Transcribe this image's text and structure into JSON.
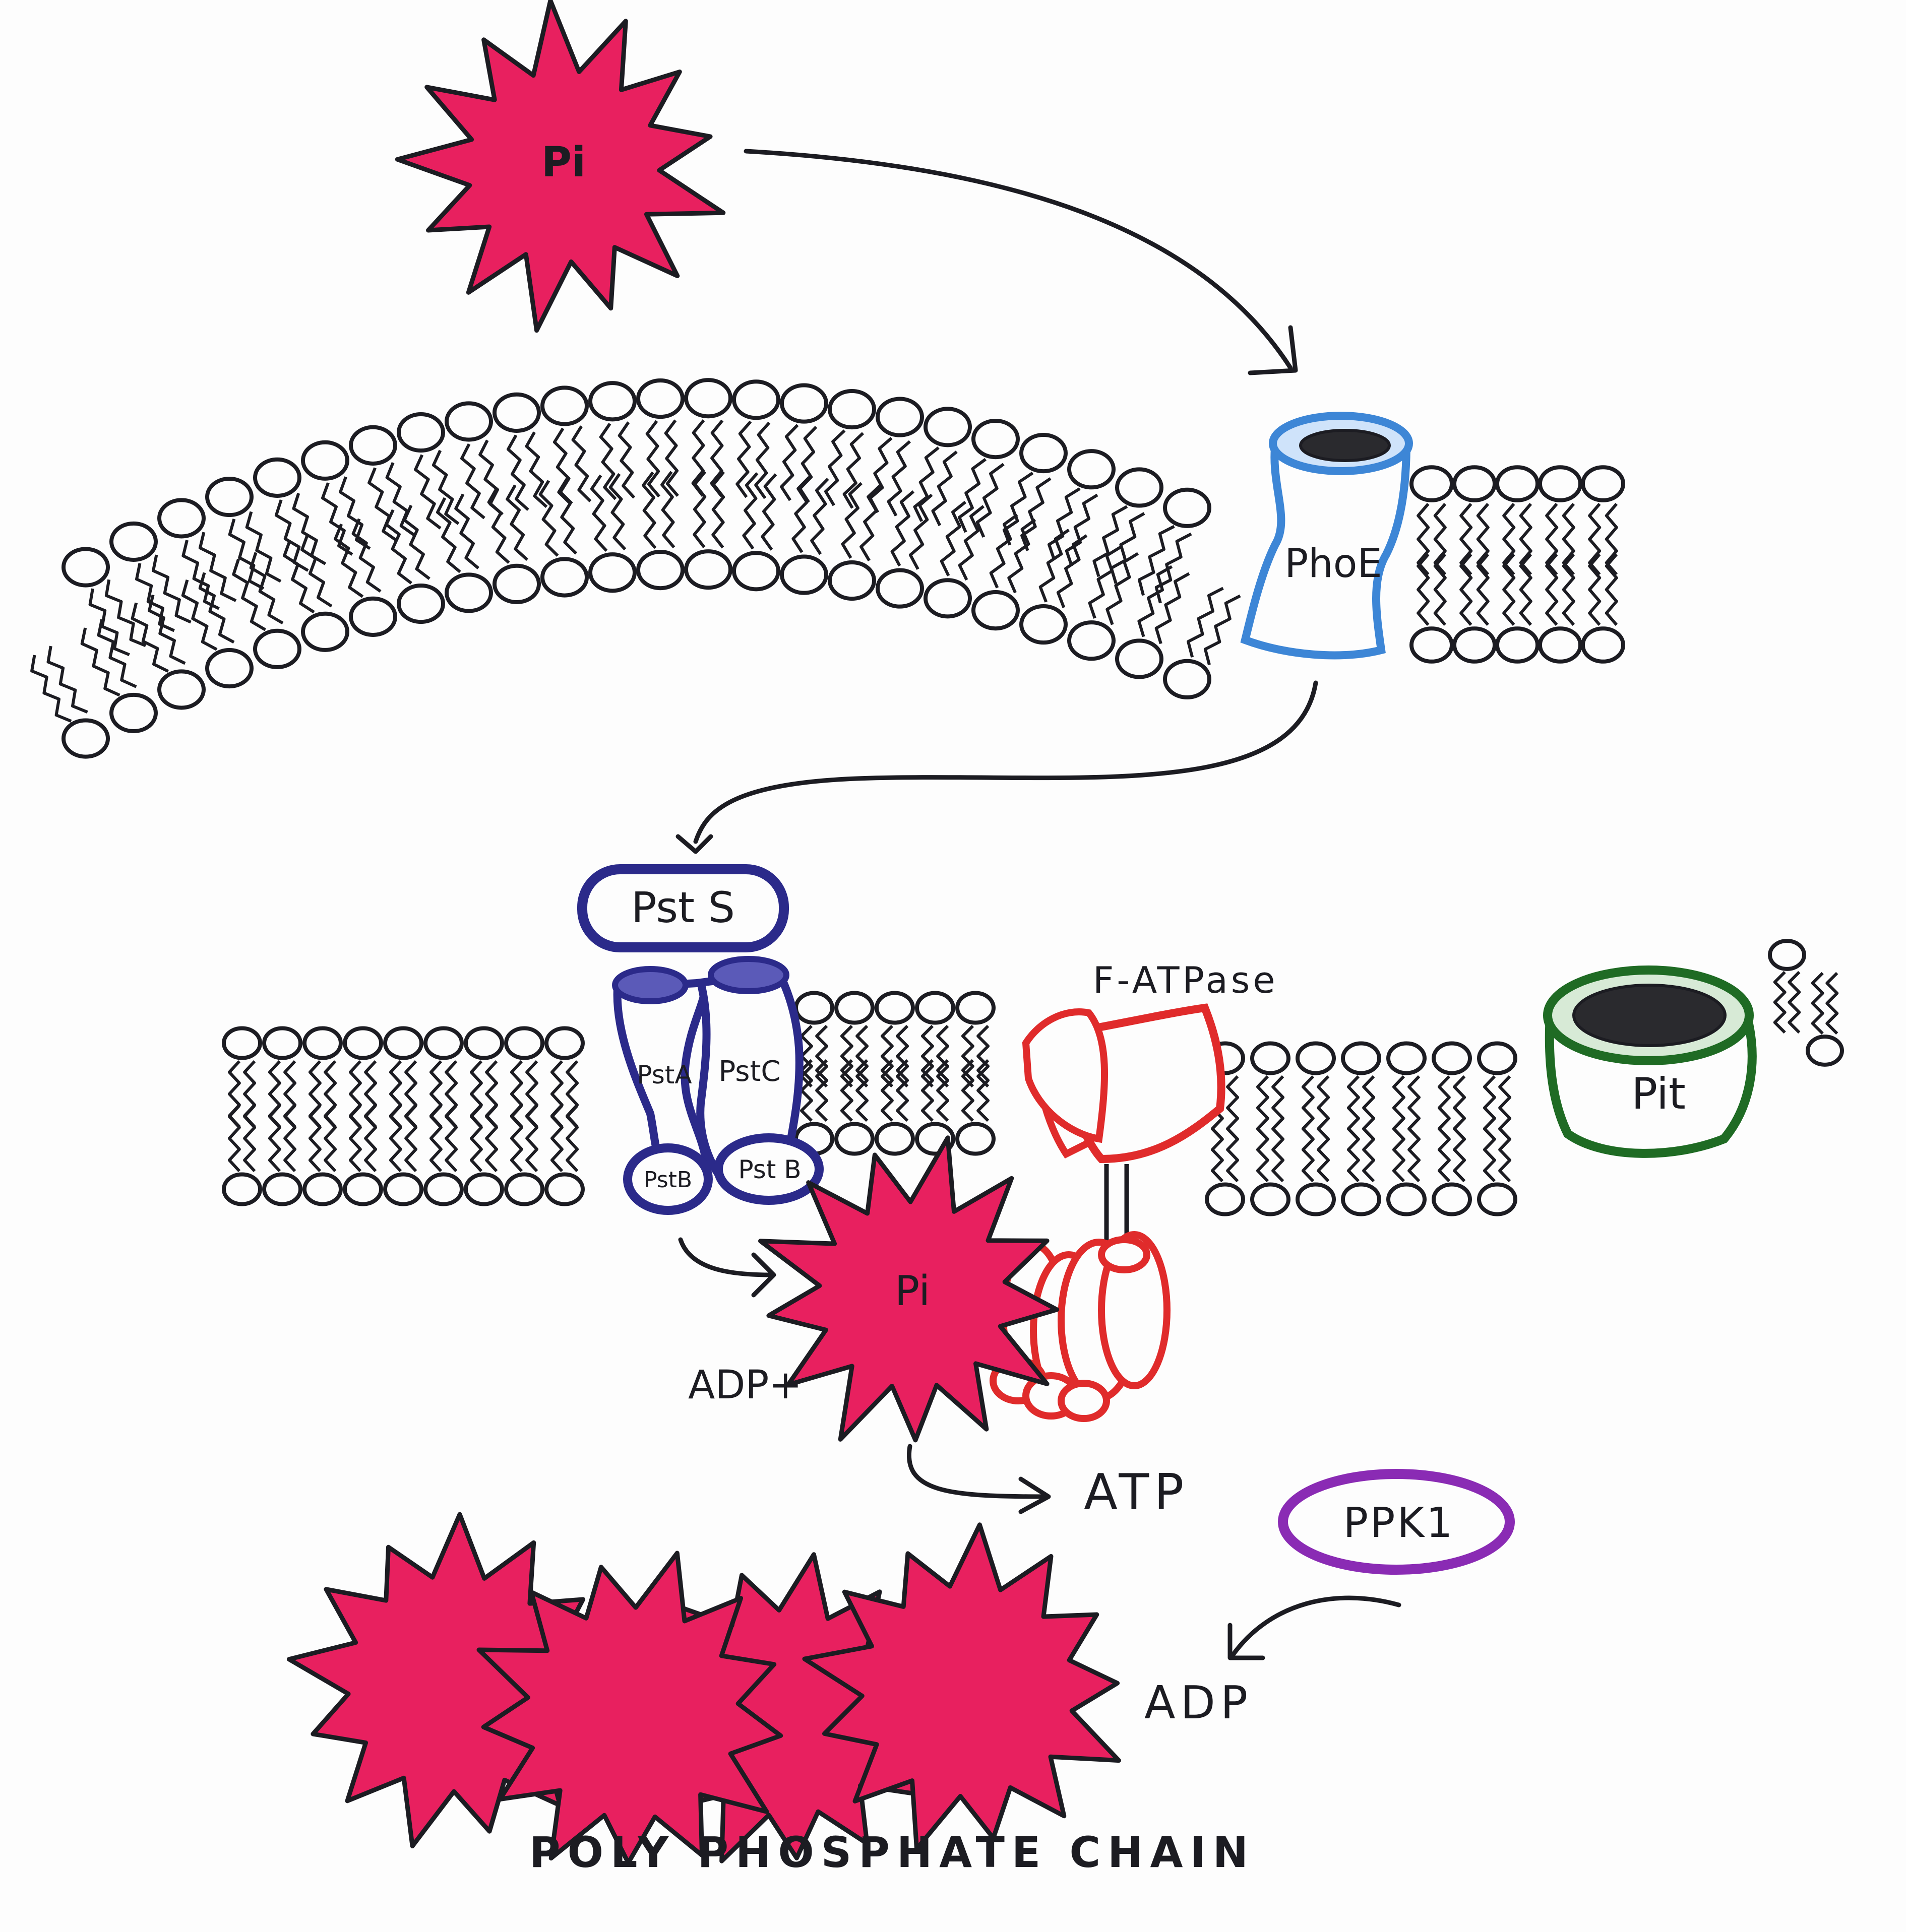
{
  "labels": {
    "pi_top": "Pi",
    "phoe": "PhoE",
    "pst_s": "Pst S",
    "pst_a": "PstA",
    "pst_c": "PstC",
    "pst_b_left": "PstB",
    "pst_b_right": "Pst B",
    "f_atpase": "F-ATPase",
    "pit": "Pit",
    "pi_bottom": "Pi",
    "adp_plus": "ADP+",
    "atp": "ATP",
    "ppk1": "PPK1",
    "adp": "ADP",
    "chain": "POLY PHOSPHATE CHAIN"
  },
  "colors": {
    "ink": "#1c1c22",
    "phosphate": "#e8205f",
    "phosphate_dark": "#c9144e",
    "phoe": "#3d86d6",
    "pst": "#2b2a8a",
    "f_atpase": "#e02b2b",
    "pit": "#1f6b24",
    "ppk1": "#8a2bb4",
    "paper": "#fdfdfd"
  },
  "icons": {
    "phosphate": "star-burst-icon",
    "phoe": "barrel-channel-icon",
    "pit": "barrel-channel-icon",
    "f_atpase": "atp-synthase-icon",
    "lipid": "phospholipid-icon"
  }
}
